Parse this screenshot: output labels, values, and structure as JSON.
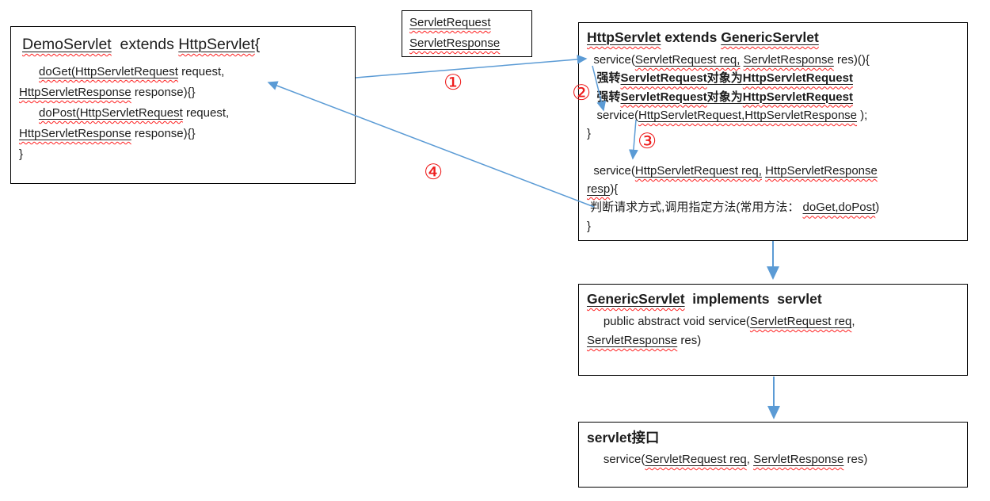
{
  "colors": {
    "arrow_blue": "#5b9bd5",
    "step_red": "#ee1c1c",
    "squiggle_red": "#ff1f1f",
    "box_border": "#000000",
    "text": "#1c1c1c"
  },
  "steps": {
    "labels": [
      "①",
      "②",
      "③",
      "④"
    ]
  },
  "boxes": {
    "demo": {
      "title": [
        [
          {
            "t": "DemoServlet",
            "u": true
          },
          {
            "t": "  extends "
          },
          {
            "t": "HttpServlet",
            "u": true
          },
          {
            "t": "{"
          }
        ]
      ],
      "lines": [
        [
          {
            "t": "      "
          },
          {
            "t": "doGet(HttpServletRequest",
            "u": true
          },
          {
            "t": " request,"
          }
        ],
        [
          {
            "t": "HttpServletResponse",
            "u": true
          },
          {
            "t": " response){}"
          }
        ],
        [
          {
            "t": "      "
          },
          {
            "t": "doPost(HttpServletRequest",
            "u": true
          },
          {
            "t": " request,"
          }
        ],
        [
          {
            "t": "HttpServletResponse",
            "u": true
          },
          {
            "t": " response){}"
          }
        ],
        [
          {
            "t": "}"
          }
        ]
      ]
    },
    "params": {
      "lines": [
        [
          {
            "t": "ServletRequest",
            "u": true
          }
        ],
        [
          {
            "t": "ServletResponse",
            "u": true
          }
        ]
      ]
    },
    "http": {
      "title": [
        [
          {
            "t": "HttpServlet",
            "u": true,
            "b": true
          },
          {
            "t": " extends ",
            "b": true
          },
          {
            "t": "GenericServlet",
            "u": true,
            "b": true
          }
        ]
      ],
      "lines": [
        [
          {
            "t": "  service("
          },
          {
            "t": "ServletRequest req,",
            "u": true
          },
          {
            "t": " "
          },
          {
            "t": "ServletResponse",
            "u": true
          },
          {
            "t": " res)(){"
          }
        ],
        [
          {
            "t": "   强转",
            "b": true
          },
          {
            "t": "ServletRequest",
            "u": true,
            "b": true
          },
          {
            "t": "对象为",
            "k": true,
            "b": true
          },
          {
            "t": "HttpServletRequest",
            "u": true,
            "b": true
          }
        ],
        [
          {
            "t": "   强转",
            "b": true
          },
          {
            "t": "ServletRequest",
            "u": true,
            "b": true
          },
          {
            "t": "对象为",
            "k": true,
            "b": true
          },
          {
            "t": "HttpServletRequest",
            "u": true,
            "b": true
          }
        ],
        [
          {
            "t": "   service("
          },
          {
            "t": "HttpServletRequest,HttpServletResponse",
            "u": true
          },
          {
            "t": " );"
          }
        ],
        [
          {
            "t": "}"
          }
        ],
        [],
        [
          {
            "t": "  service("
          },
          {
            "t": "HttpServletRequest req,",
            "u": true
          },
          {
            "t": " "
          },
          {
            "t": "HttpServletResponse",
            "u": true
          }
        ],
        [
          {
            "t": "resp",
            "u": true
          },
          {
            "t": "){"
          }
        ],
        [
          {
            "t": " 判断请求方式,调用指定方法(常用方法： "
          },
          {
            "t": "doGet,doPost",
            "u": true
          },
          {
            "t": ")"
          }
        ],
        [
          {
            "t": "}"
          }
        ]
      ]
    },
    "generic": {
      "title": [
        [
          {
            "t": "GenericServlet",
            "u": true,
            "b": true
          },
          {
            "t": "  implements  servlet",
            "b": true
          }
        ]
      ],
      "lines": [
        [
          {
            "t": "     public abstract void service("
          },
          {
            "t": "ServletRequest req",
            "u": true
          },
          {
            "t": ","
          }
        ],
        [
          {
            "t": "ServletResponse",
            "u": true
          },
          {
            "t": " res)"
          }
        ]
      ]
    },
    "servlet": {
      "title": [
        [
          {
            "t": "servlet",
            "b": true
          },
          {
            "t": "接口"
          }
        ]
      ],
      "lines": [
        [
          {
            "t": "     service("
          },
          {
            "t": "ServletRequest req",
            "u": true
          },
          {
            "t": ", "
          },
          {
            "t": "ServletResponse",
            "u": true
          },
          {
            "t": " res)"
          }
        ]
      ]
    }
  }
}
